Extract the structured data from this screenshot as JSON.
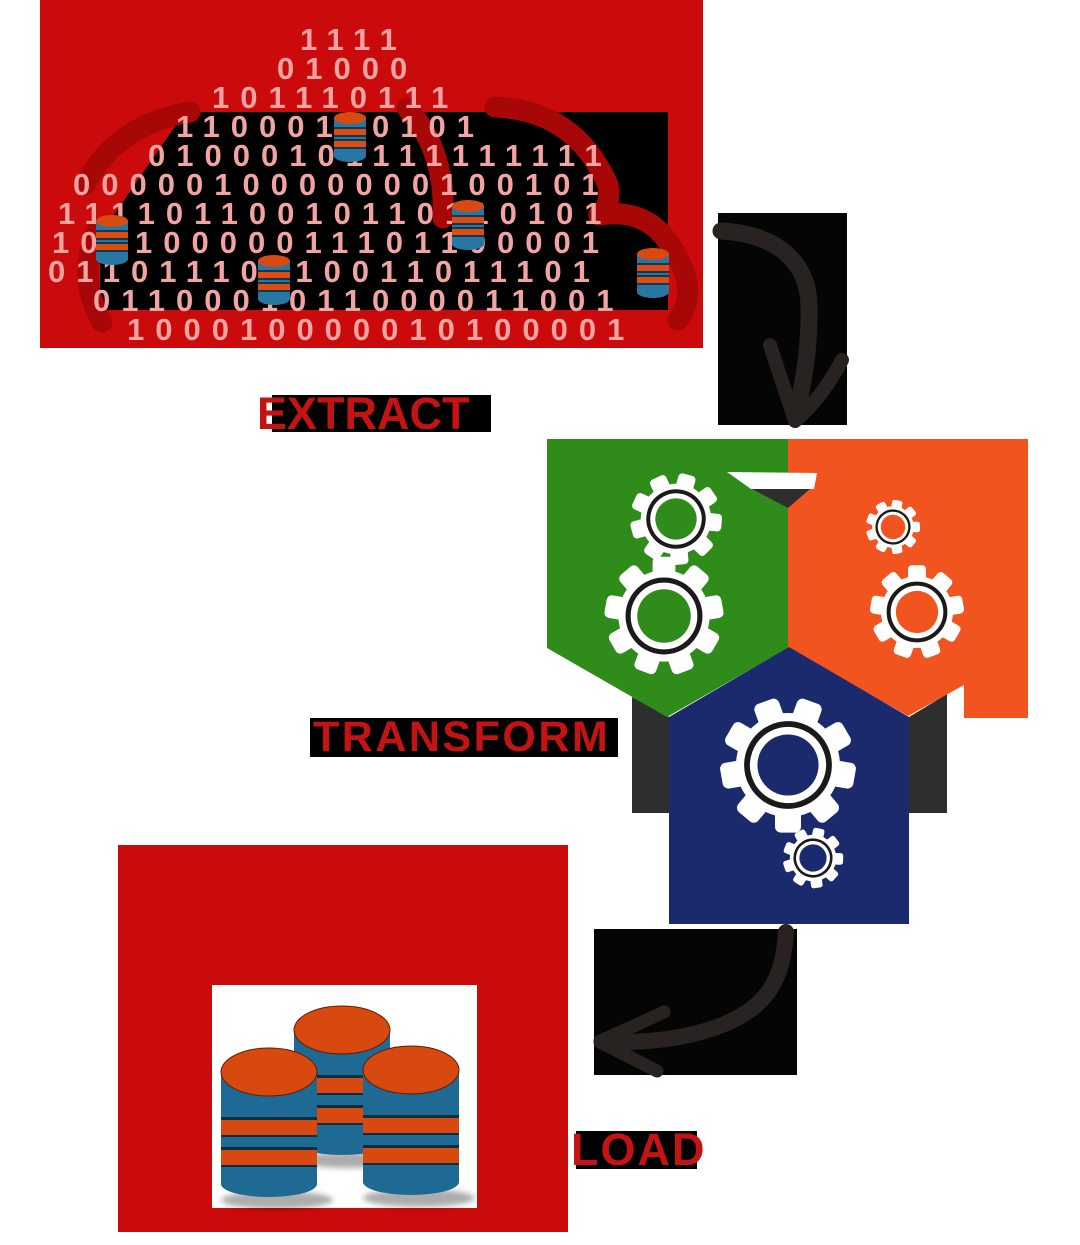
{
  "labels": {
    "extract": "EXTRACT",
    "transform": "TRANSFORM",
    "load": "LOAD"
  },
  "cloud": {
    "rows": [
      "1111",
      "01000",
      "101110111",
      "11000100101",
      "01000101111111111",
      "0000010000000100101",
      "11110110010110110101",
      "10110000011101100001",
      "01101110110011011101",
      "0110001011000011001",
      "100010000010100001"
    ]
  },
  "icons": {
    "cloud": "binary-data-cloud",
    "database_small": "database-cylinder-icon",
    "database_stack": "database-stack-icon",
    "gear": "gear-icon",
    "arrow_top": "curved-arrow-down-icon",
    "arrow_bottom": "curved-arrow-left-icon"
  },
  "colors": {
    "red_panel": "#CB0B0B",
    "dark_red_outline": "#A80707",
    "pink_digits": "#F2A4A2",
    "label_red": "#C41313",
    "label_bg": "#000000",
    "green_pentagon": "#2F8C1B",
    "orange_pentagon": "#F1541E",
    "navy_pentagon": "#1B2A6C",
    "shadow_gray": "#2E2E2E",
    "db_blue": "#1E6A94",
    "db_orange": "#D8490F",
    "arrow_ink": "#282320",
    "cloud_bg": "#000000"
  }
}
